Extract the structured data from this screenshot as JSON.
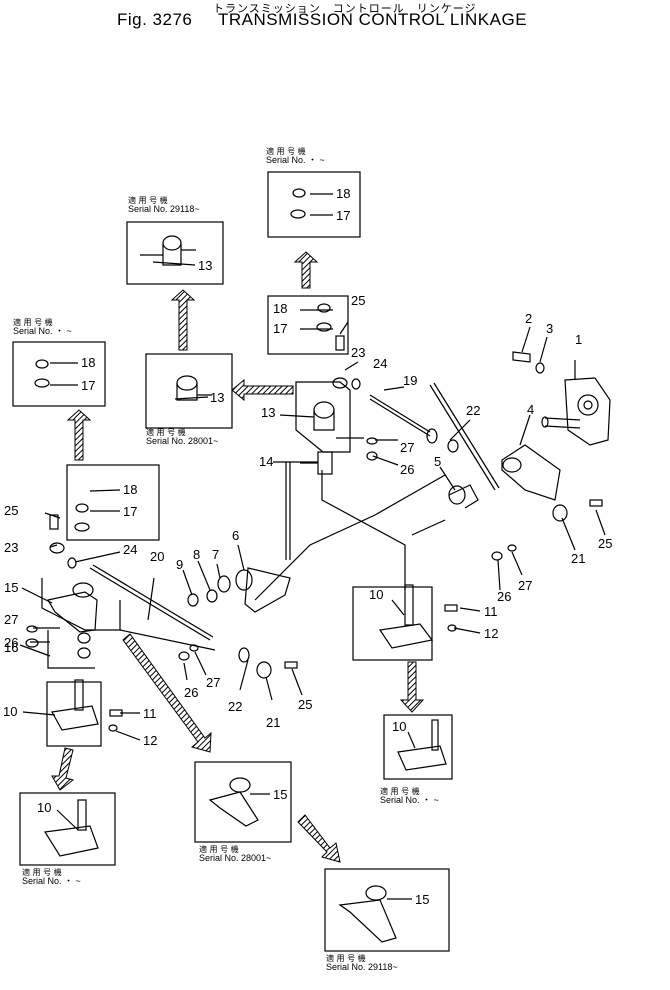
{
  "header": {
    "title_jp": "トランスミッション　コントロール　リンケージ",
    "fig_label": "Fig. 3276",
    "title_en": "TRANSMISSION CONTROL LINKAGE"
  },
  "captions": [
    {
      "jp": "適 用 号 機",
      "en": "Serial No.    ・    ~"
    },
    {
      "jp": "適 用 号 機",
      "en": "Serial No. 29118~"
    },
    {
      "jp": "適 用 号 機",
      "en": "Serial No.    ・    ~"
    },
    {
      "jp": "適 用 号 機",
      "en": "Serial No. 28001~"
    },
    {
      "jp": "適 用 号 機",
      "en": "Serial No.    ・    ~"
    },
    {
      "jp": "適 用 号 機",
      "en": "Serial No.    ・    ~"
    },
    {
      "jp": "適 用 号 機",
      "en": "Serial No. 28001~"
    },
    {
      "jp": "適 用 号 機",
      "en": "Serial No. 29118~"
    }
  ],
  "labels": [
    "1",
    "2",
    "3",
    "4",
    "5",
    "6",
    "7",
    "8",
    "9",
    "10",
    "11",
    "12",
    "13",
    "14",
    "15",
    "16",
    "17",
    "18",
    "19",
    "20",
    "21",
    "22",
    "23",
    "24",
    "25",
    "26",
    "27"
  ]
}
